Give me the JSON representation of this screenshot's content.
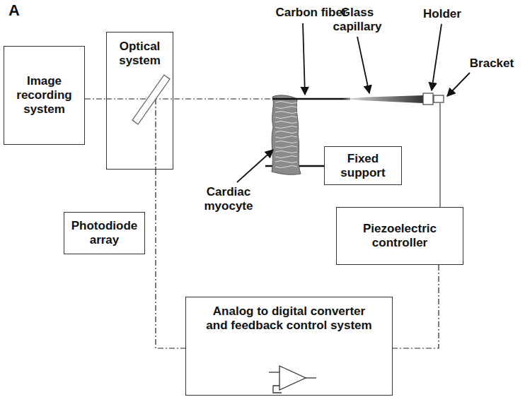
{
  "diagram": {
    "nodes": [
      {
        "text": [
          "Image recording system"
        ]
      },
      {
        "text": [
          "Optical system"
        ]
      },
      {
        "text": [
          "Fixed support"
        ]
      },
      {
        "text": [
          "Photodiode array"
        ]
      },
      {
        "text": [
          "Piezoelectric controller"
        ]
      },
      {
        "text": [
          "Analog to digital converter and feedback control system"
        ]
      }
    ],
    "edges": [
      {
        "from": 0,
        "to": 1,
        "arrow": "none"
      },
      {
        "from": 1,
        "to": 5,
        "arrow": "none"
      },
      {
        "from": 4,
        "to": 5,
        "arrow": "none"
      }
    ],
    "labels": [
      "A",
      "Carbon fiber",
      "Glass capillary",
      "Holder",
      "Bracket",
      "Cardiac myocyte"
    ]
  }
}
